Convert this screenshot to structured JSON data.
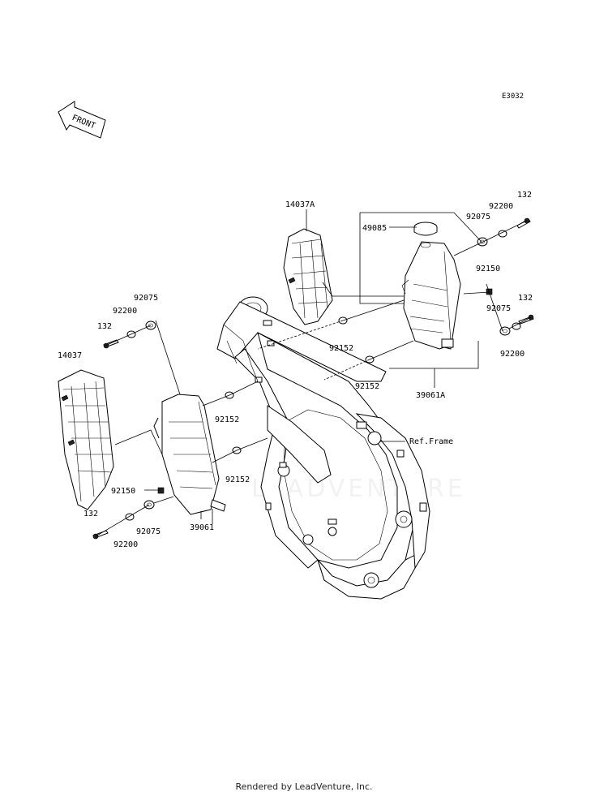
{
  "diagram_code": "E3032",
  "front_label": "FRONT",
  "ref_frame": "Ref.Frame",
  "footer": "Rendered by LeadVenture, Inc.",
  "watermark": "LEADVENTURE",
  "labels": {
    "p14037A": "14037A",
    "p49085": "49085",
    "p92200_tr": "92200",
    "p132_tr": "132",
    "p92075_tr": "92075",
    "p92150_r": "92150",
    "p132_r": "132",
    "p92075_r": "92075",
    "p92200_r": "92200",
    "p92152_a": "92152",
    "p92152_b": "92152",
    "p39061A": "39061A",
    "p92075_l": "92075",
    "p92200_l": "92200",
    "p132_l": "132",
    "p14037": "14037",
    "p92152_c": "92152",
    "p92152_d": "92152",
    "p92150_l": "92150",
    "p132_bl": "132",
    "p92075_bl": "92075",
    "p92200_bl": "92200",
    "p39061": "39061"
  }
}
